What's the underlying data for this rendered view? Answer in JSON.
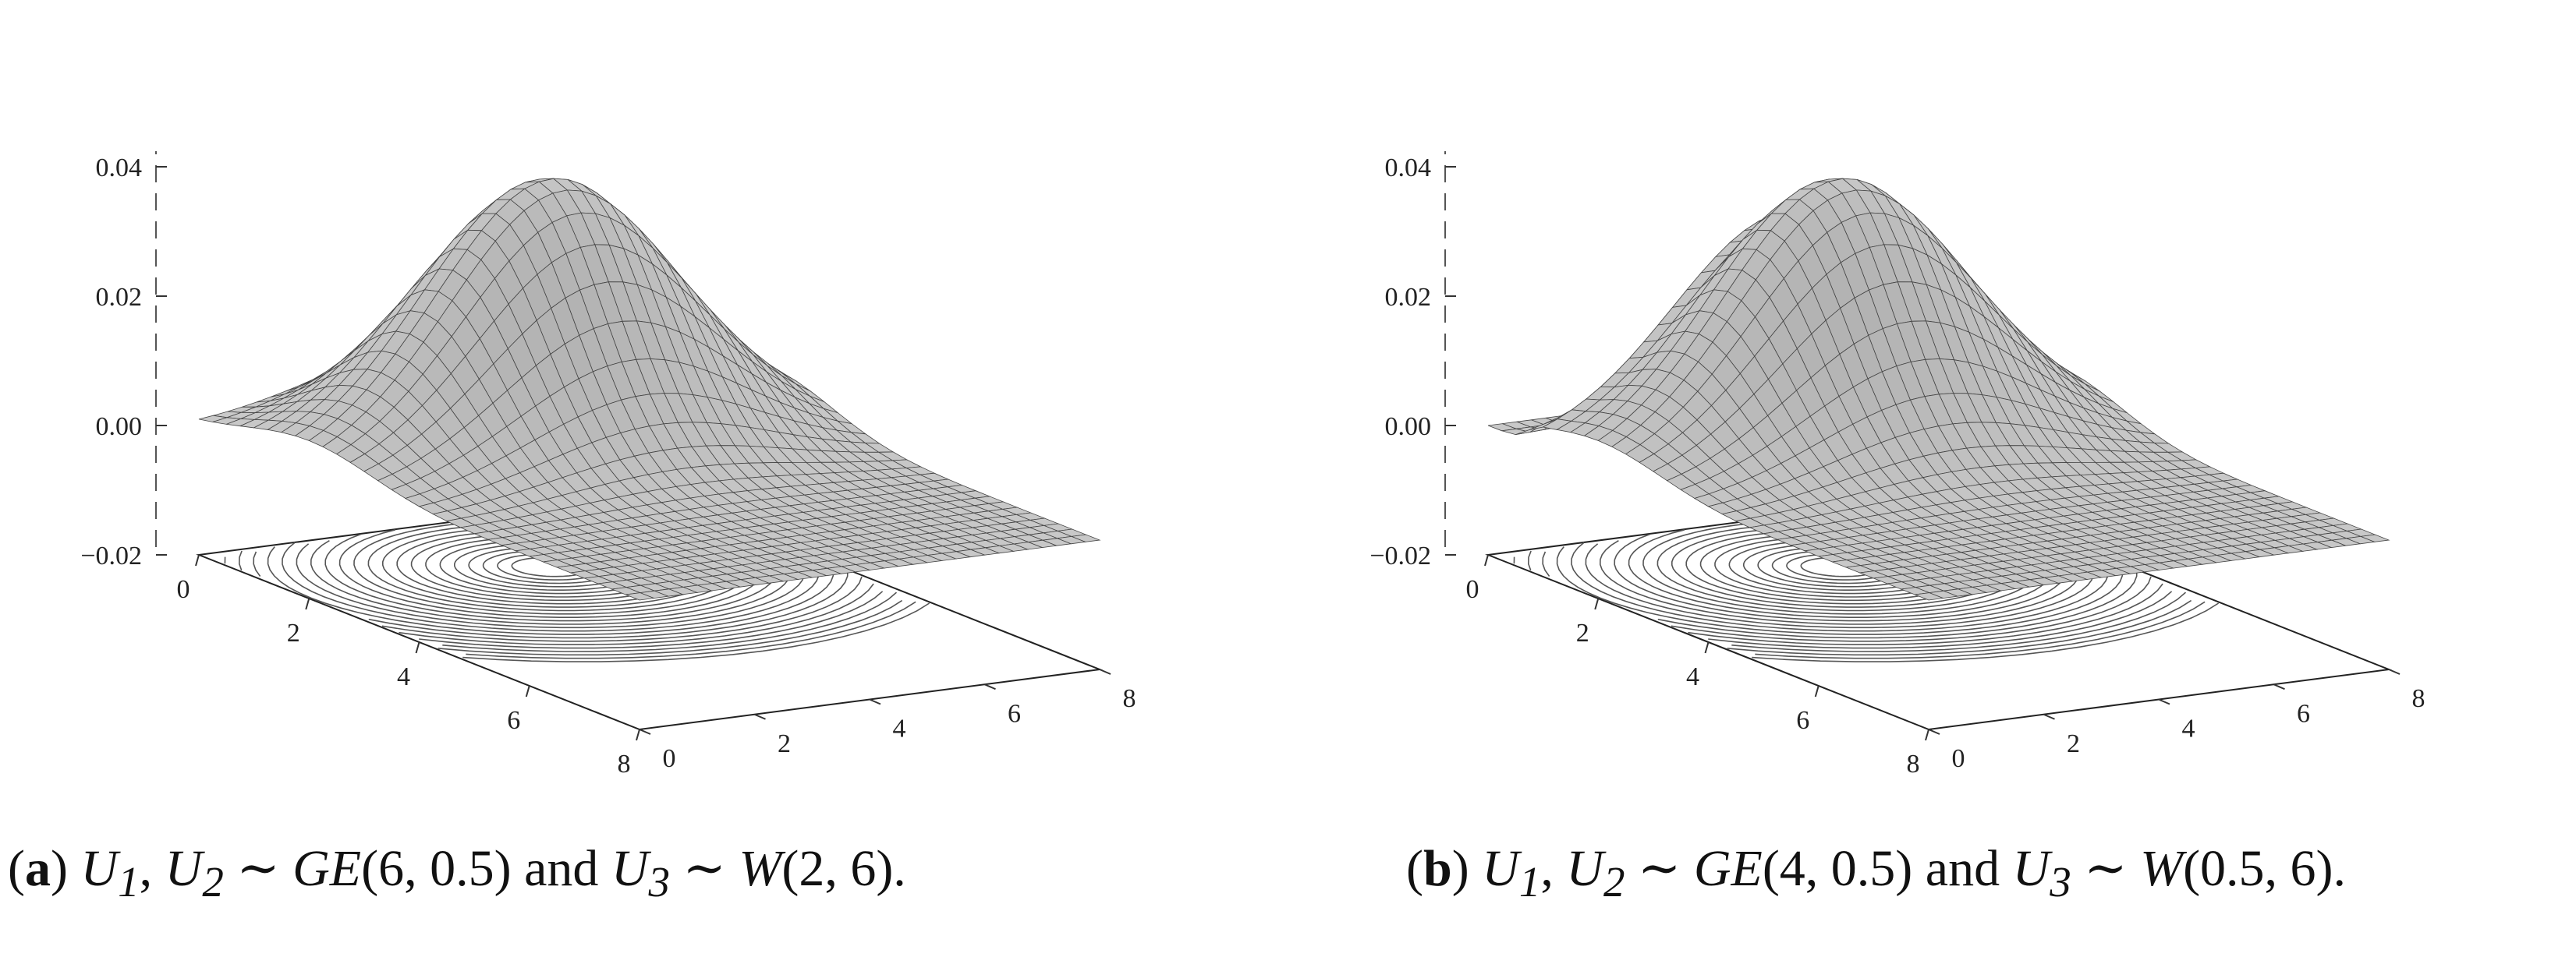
{
  "chart_data": [
    {
      "type": "surface3d",
      "panel_label": "a",
      "caption": {
        "U1": "U",
        "s1": "1",
        "U2": "U",
        "s2": "2",
        "sim1": "∼",
        "dist1": "GE",
        "params1": "(6, 0.5)",
        "and": "and",
        "U3": "U",
        "s3": "3",
        "sim2": "∼",
        "dist2": "W",
        "params2": "(2, 6)."
      },
      "z_ticks": [
        "0.04",
        "0.02",
        "0.00",
        "−0.02"
      ],
      "zlim": [
        -0.02,
        0.04
      ],
      "x_ticks": [
        "0",
        "2",
        "4",
        "6",
        "8"
      ],
      "y_ticks": [
        "0",
        "2",
        "4",
        "6",
        "8"
      ],
      "xlim": [
        0,
        8
      ],
      "ylim": [
        0,
        8
      ],
      "peak": {
        "x": 2.0,
        "y": 4.2,
        "z": 0.04
      },
      "contours_on_floor": true,
      "mesh": true,
      "color": "#b8b8b8"
    },
    {
      "type": "surface3d",
      "panel_label": "b",
      "caption": {
        "U1": "U",
        "s1": "1",
        "U2": "U",
        "s2": "2",
        "sim1": "∼",
        "dist1": "GE",
        "params1": "(4, 0.5)",
        "and": "and",
        "U3": "U",
        "s3": "3",
        "sim2": "∼",
        "dist2": "W",
        "params2": "(0.5, 6)."
      },
      "z_ticks": [
        "0.04",
        "0.02",
        "0.00",
        "−0.02"
      ],
      "zlim": [
        -0.02,
        0.04
      ],
      "x_ticks": [
        "0",
        "2",
        "4",
        "6",
        "8"
      ],
      "y_ticks": [
        "0",
        "2",
        "4",
        "6",
        "8"
      ],
      "xlim": [
        0,
        8
      ],
      "ylim": [
        0,
        8
      ],
      "peak": {
        "x": 2.0,
        "y": 4.2,
        "z": 0.04
      },
      "contours_on_floor": true,
      "mesh": true,
      "color": "#b8b8b8"
    }
  ]
}
